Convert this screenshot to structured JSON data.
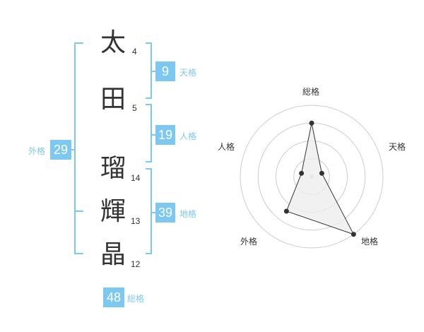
{
  "accent_color": "#7dc8f0",
  "name_chars": [
    {
      "char": "太",
      "strokes": "4"
    },
    {
      "char": "田",
      "strokes": "5"
    },
    {
      "char": "瑠",
      "strokes": "14"
    },
    {
      "char": "輝",
      "strokes": "13"
    },
    {
      "char": "晶",
      "strokes": "12"
    }
  ],
  "fortunes": {
    "tenkaku": {
      "value": "9",
      "label": "天格"
    },
    "jinkaku": {
      "value": "19",
      "label": "人格"
    },
    "chikaku": {
      "value": "39",
      "label": "地格"
    },
    "gaikaku": {
      "value": "29",
      "label": "外格"
    },
    "soukaku": {
      "value": "48",
      "label": "総格"
    }
  },
  "chart_data": {
    "type": "radar",
    "axes": [
      "総格",
      "天格",
      "地格",
      "外格",
      "人格"
    ],
    "values": [
      0.75,
      0.15,
      1.0,
      0.6,
      0.15
    ],
    "rings": 4,
    "grid": true,
    "fill_color": "#eeeeee",
    "line_color": "#333333"
  }
}
